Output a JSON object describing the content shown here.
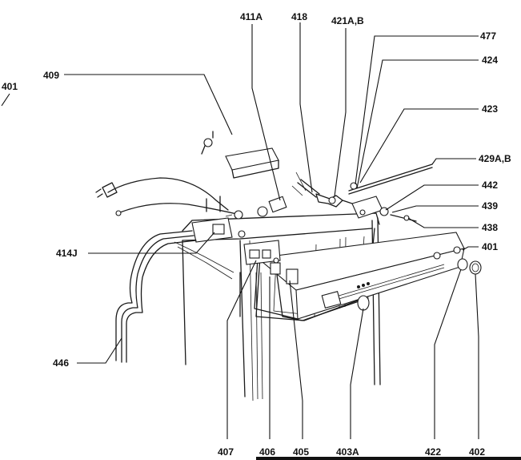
{
  "diagram": {
    "callouts": {
      "c401_left": "401",
      "c409": "409",
      "c411a": "411A",
      "c418": "418",
      "c421ab": "421A,B",
      "c477": "477",
      "c424": "424",
      "c423": "423",
      "c429ab": "429A,B",
      "c442": "442",
      "c439": "439",
      "c438": "438",
      "c401_right": "401",
      "c414j": "414J",
      "c446": "446",
      "c407": "407",
      "c406": "406",
      "c405": "405",
      "c403a": "403A",
      "c422": "422",
      "c402": "402"
    }
  }
}
